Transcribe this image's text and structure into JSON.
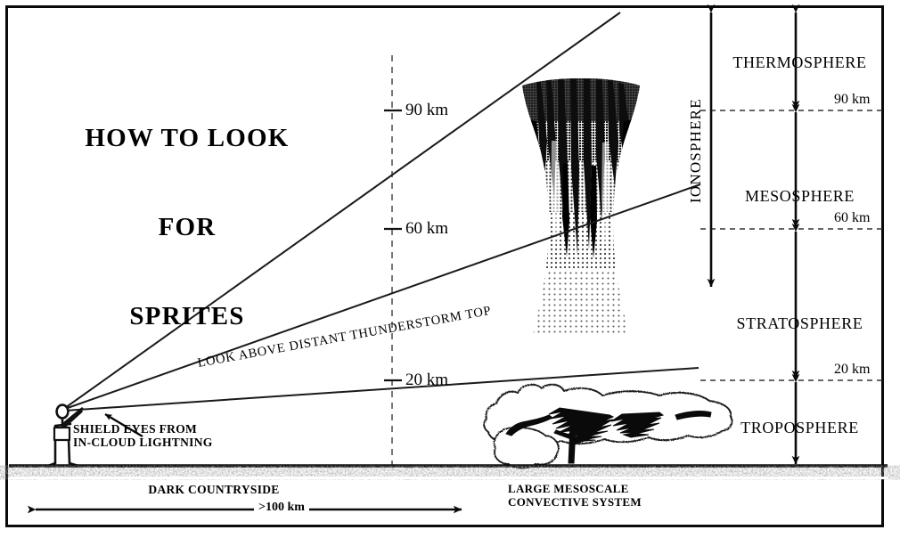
{
  "title": {
    "line1": "HOW TO LOOK",
    "line2": "FOR",
    "line3": "SPRITES"
  },
  "altitude_scale": {
    "ticks": [
      {
        "label": "90 km",
        "km": 90
      },
      {
        "label": "60 km",
        "km": 60
      },
      {
        "label": "20 km",
        "km": 20
      }
    ]
  },
  "atmosphere": {
    "ionosphere_label": "IONOSPHERE",
    "layers": [
      {
        "name": "THERMOSPHERE",
        "top_km": null,
        "base_km": 90
      },
      {
        "name": "MESOSPHERE",
        "top_km": 90,
        "base_km": 60
      },
      {
        "name": "STRATOSPHERE",
        "top_km": 60,
        "base_km": 20
      },
      {
        "name": "TROPOSPHERE",
        "top_km": 20,
        "base_km": 0
      }
    ],
    "boundary_labels": [
      "90 km",
      "60 km",
      "20 km"
    ]
  },
  "annotations": {
    "observer_warning_line1": "SHIELD EYES FROM",
    "observer_warning_line2": "IN-CLOUD LIGHTNING",
    "sight_line_label": "LOOK ABOVE DISTANT THUNDERSTORM TOP",
    "ground_left_label": "DARK COUNTRYSIDE",
    "distance_label": ">100 km",
    "storm_label_line1": "LARGE MESOSCALE",
    "storm_label_line2": "CONVECTIVE SYSTEM"
  },
  "icons": {
    "observer": "standing-person-icon",
    "sprite": "sprite-discharge-icon",
    "storm": "thunderstorm-cloud-icon",
    "lightning": "lightning-bolt-icon",
    "ground": "ground-texture-icon"
  },
  "colors": {
    "ink": "#0a0a0a",
    "paper": "#ffffff",
    "dashed": "#555555",
    "sprite_dark": "#111111",
    "sprite_mid": "#6e6e6e",
    "sprite_light": "#b4b4b4"
  }
}
